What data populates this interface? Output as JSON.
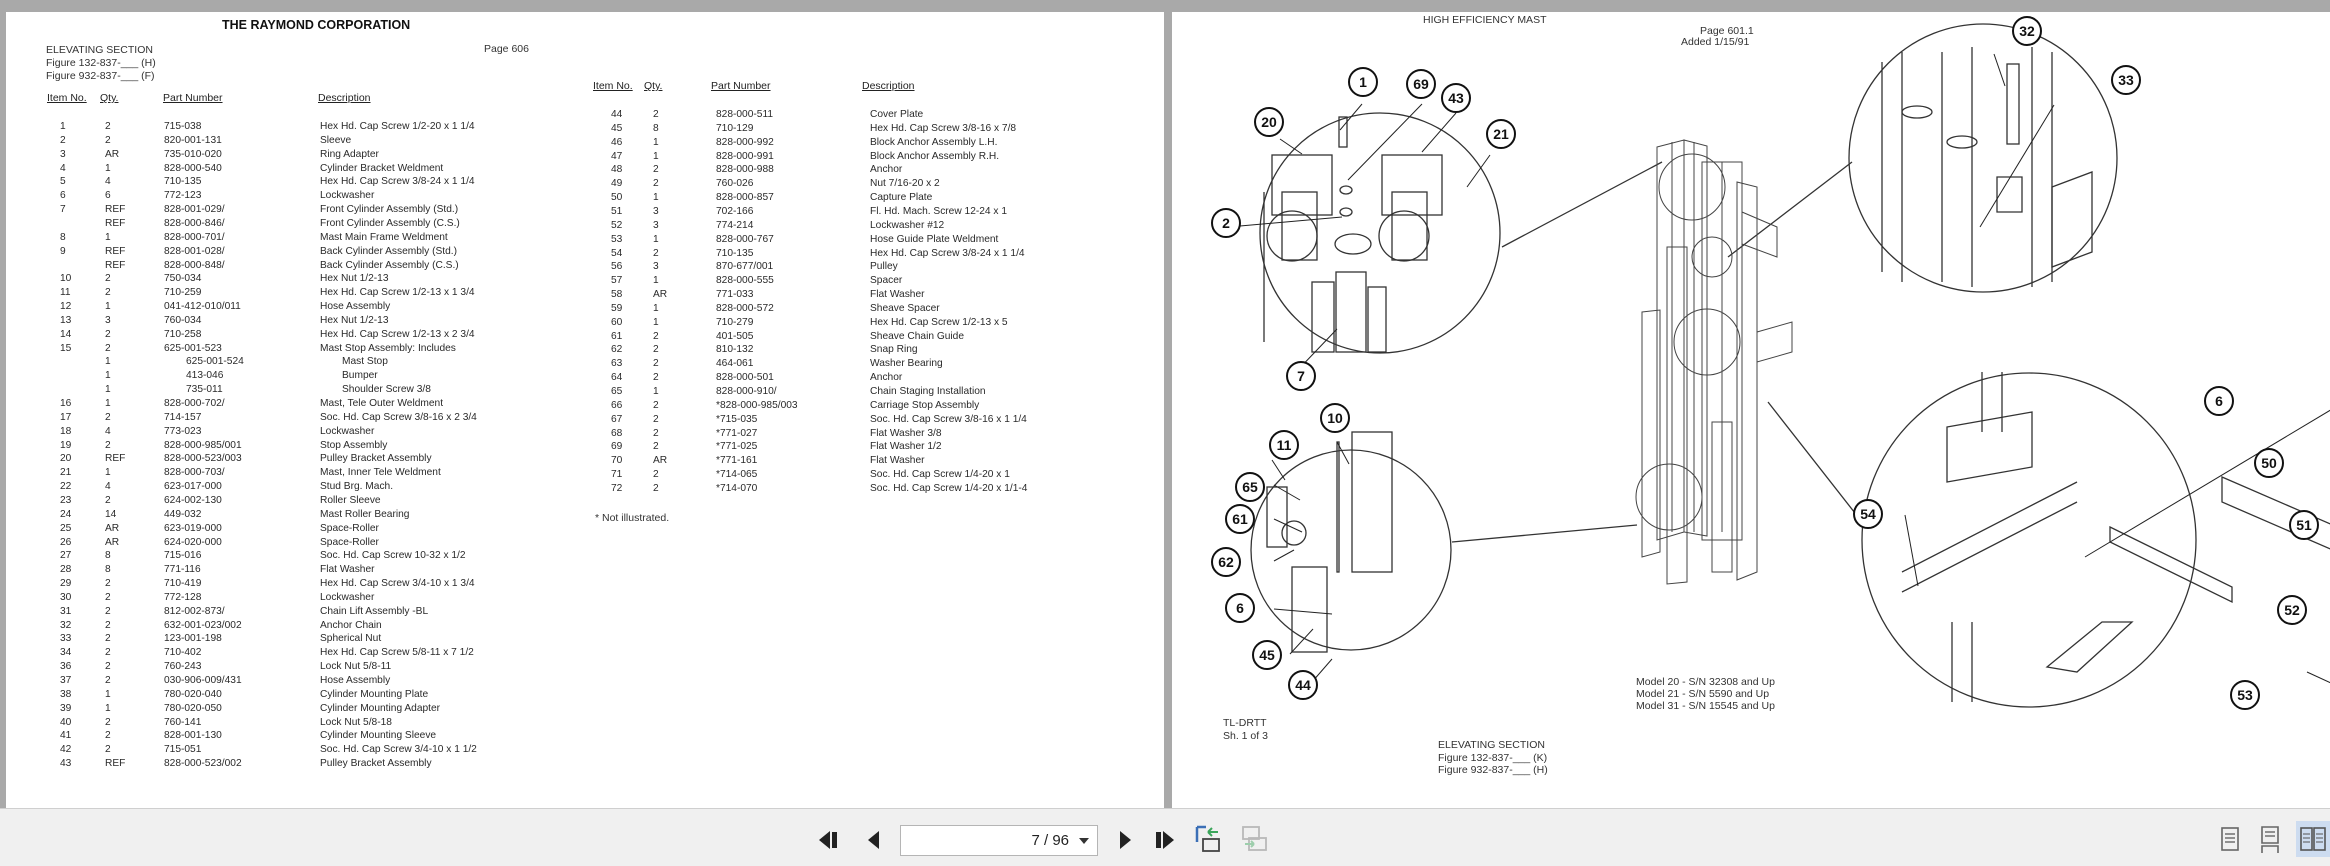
{
  "left_page": {
    "company": "THE RAYMOND CORPORATION",
    "section": "ELEVATING SECTION",
    "figure_lines": [
      "Figure 132-837-___ (H)",
      "Figure 932-837-___ (F)"
    ],
    "page_label": "Page 606",
    "column_headers": {
      "item": "Item No.",
      "qty": "Qty.",
      "part": "Part Number",
      "desc": "Description"
    },
    "table_left": [
      {
        "item": "1",
        "qty": "2",
        "part": "715-038",
        "desc": "Hex Hd. Cap Screw 1/2-20 x 1 1/4"
      },
      {
        "item": "2",
        "qty": "2",
        "part": "820-001-131",
        "desc": "Sleeve"
      },
      {
        "item": "3",
        "qty": "AR",
        "part": "735-010-020",
        "desc": "Ring Adapter"
      },
      {
        "item": "4",
        "qty": "1",
        "part": "828-000-540",
        "desc": "Cylinder Bracket Weldment"
      },
      {
        "item": "5",
        "qty": "4",
        "part": "710-135",
        "desc": "Hex Hd. Cap Screw 3/8-24 x 1 1/4"
      },
      {
        "item": "6",
        "qty": "6",
        "part": "772-123",
        "desc": "Lockwasher"
      },
      {
        "item": "7",
        "qty": "REF",
        "part": "828-001-029/",
        "desc": "Front Cylinder Assembly (Std.)"
      },
      {
        "item": "",
        "qty": "REF",
        "part": "828-000-846/",
        "desc": "Front Cylinder Assembly (C.S.)"
      },
      {
        "item": "8",
        "qty": "1",
        "part": "828-000-701/",
        "desc": "Mast Main Frame Weldment"
      },
      {
        "item": "9",
        "qty": "REF",
        "part": "828-001-028/",
        "desc": "Back Cylinder Assembly (Std.)"
      },
      {
        "item": "",
        "qty": "REF",
        "part": "828-000-848/",
        "desc": "Back Cylinder Assembly (C.S.)"
      },
      {
        "item": "10",
        "qty": "2",
        "part": "750-034",
        "desc": "Hex Nut 1/2-13"
      },
      {
        "item": "11",
        "qty": "2",
        "part": "710-259",
        "desc": "Hex Hd. Cap Screw 1/2-13 x 1 3/4"
      },
      {
        "item": "12",
        "qty": "1",
        "part": "041-412-010/011",
        "desc": "Hose Assembly"
      },
      {
        "item": "13",
        "qty": "3",
        "part": "760-034",
        "desc": "Hex Nut 1/2-13"
      },
      {
        "item": "14",
        "qty": "2",
        "part": "710-258",
        "desc": "Hex Hd. Cap Screw 1/2-13 x 2 3/4"
      },
      {
        "item": "15",
        "qty": "2",
        "part": "625-001-523",
        "desc": "Mast Stop Assembly: Includes"
      },
      {
        "item": "",
        "qty": "1",
        "part": "625-001-524",
        "desc": "Mast Stop",
        "indent": true
      },
      {
        "item": "",
        "qty": "1",
        "part": "413-046",
        "desc": "Bumper",
        "indent": true
      },
      {
        "item": "",
        "qty": "1",
        "part": "735-011",
        "desc": "Shoulder Screw 3/8",
        "indent": true
      },
      {
        "item": "16",
        "qty": "1",
        "part": "828-000-702/",
        "desc": "Mast, Tele Outer Weldment"
      },
      {
        "item": "17",
        "qty": "2",
        "part": "714-157",
        "desc": "Soc. Hd. Cap Screw 3/8-16 x 2 3/4"
      },
      {
        "item": "18",
        "qty": "4",
        "part": "773-023",
        "desc": "Lockwasher"
      },
      {
        "item": "19",
        "qty": "2",
        "part": "828-000-985/001",
        "desc": "Stop Assembly"
      },
      {
        "item": "20",
        "qty": "REF",
        "part": "828-000-523/003",
        "desc": "Pulley Bracket Assembly"
      },
      {
        "item": "21",
        "qty": "1",
        "part": "828-000-703/",
        "desc": "Mast, Inner Tele Weldment"
      },
      {
        "item": "22",
        "qty": "4",
        "part": "623-017-000",
        "desc": "Stud Brg. Mach."
      },
      {
        "item": "23",
        "qty": "2",
        "part": "624-002-130",
        "desc": "Roller Sleeve"
      },
      {
        "item": "24",
        "qty": "14",
        "part": "449-032",
        "desc": "Mast Roller Bearing"
      },
      {
        "item": "25",
        "qty": "AR",
        "part": "623-019-000",
        "desc": "Space-Roller"
      },
      {
        "item": "26",
        "qty": "AR",
        "part": "624-020-000",
        "desc": "Space-Roller"
      },
      {
        "item": "27",
        "qty": "8",
        "part": "715-016",
        "desc": "Soc. Hd. Cap Screw 10-32 x 1/2"
      },
      {
        "item": "28",
        "qty": "8",
        "part": "771-116",
        "desc": "Flat Washer"
      },
      {
        "item": "29",
        "qty": "2",
        "part": "710-419",
        "desc": "Hex Hd. Cap Screw 3/4-10 x 1 3/4"
      },
      {
        "item": "30",
        "qty": "2",
        "part": "772-128",
        "desc": "Lockwasher"
      },
      {
        "item": "31",
        "qty": "2",
        "part": "812-002-873/",
        "desc": "Chain Lift Assembly -BL"
      },
      {
        "item": "32",
        "qty": "2",
        "part": "632-001-023/002",
        "desc": "Anchor Chain"
      },
      {
        "item": "33",
        "qty": "2",
        "part": "123-001-198",
        "desc": "Spherical Nut"
      },
      {
        "item": "34",
        "qty": "2",
        "part": "710-402",
        "desc": "Hex Hd. Cap Screw 5/8-11 x 7 1/2"
      },
      {
        "item": "36",
        "qty": "2",
        "part": "760-243",
        "desc": "Lock Nut 5/8-11"
      },
      {
        "item": "37",
        "qty": "2",
        "part": "030-906-009/431",
        "desc": "Hose Assembly"
      },
      {
        "item": "38",
        "qty": "1",
        "part": "780-020-040",
        "desc": "Cylinder Mounting Plate"
      },
      {
        "item": "39",
        "qty": "1",
        "part": "780-020-050",
        "desc": "Cylinder Mounting Adapter"
      },
      {
        "item": "40",
        "qty": "2",
        "part": "760-141",
        "desc": "Lock Nut 5/8-18"
      },
      {
        "item": "41",
        "qty": "2",
        "part": "828-001-130",
        "desc": "Cylinder Mounting Sleeve"
      },
      {
        "item": "42",
        "qty": "2",
        "part": "715-051",
        "desc": "Soc. Hd. Cap Screw 3/4-10 x 1 1/2"
      },
      {
        "item": "43",
        "qty": "REF",
        "part": "828-000-523/002",
        "desc": "Pulley Bracket Assembly"
      }
    ],
    "table_right": [
      {
        "item": "44",
        "qty": "2",
        "part": "828-000-511",
        "desc": "Cover Plate"
      },
      {
        "item": "45",
        "qty": "8",
        "part": "710-129",
        "desc": "Hex Hd. Cap Screw 3/8-16 x 7/8"
      },
      {
        "item": "46",
        "qty": "1",
        "part": "828-000-992",
        "desc": "Block Anchor Assembly L.H."
      },
      {
        "item": "47",
        "qty": "1",
        "part": "828-000-991",
        "desc": "Block Anchor Assembly R.H."
      },
      {
        "item": "48",
        "qty": "2",
        "part": "828-000-988",
        "desc": "Anchor"
      },
      {
        "item": "49",
        "qty": "2",
        "part": "760-026",
        "desc": "Nut 7/16-20 x 2"
      },
      {
        "item": "50",
        "qty": "1",
        "part": "828-000-857",
        "desc": "Capture Plate"
      },
      {
        "item": "51",
        "qty": "3",
        "part": "702-166",
        "desc": "Fl. Hd. Mach. Screw 12-24 x 1"
      },
      {
        "item": "52",
        "qty": "3",
        "part": "774-214",
        "desc": "Lockwasher #12"
      },
      {
        "item": "53",
        "qty": "1",
        "part": "828-000-767",
        "desc": "Hose Guide Plate Weldment"
      },
      {
        "item": "54",
        "qty": "2",
        "part": "710-135",
        "desc": "Hex Hd. Cap Screw 3/8-24 x 1 1/4"
      },
      {
        "item": "56",
        "qty": "3",
        "part": "870-677/001",
        "desc": "Pulley"
      },
      {
        "item": "57",
        "qty": "1",
        "part": "828-000-555",
        "desc": "Spacer"
      },
      {
        "item": "58",
        "qty": "AR",
        "part": "771-033",
        "desc": "Flat Washer"
      },
      {
        "item": "59",
        "qty": "1",
        "part": "828-000-572",
        "desc": "Sheave Spacer"
      },
      {
        "item": "60",
        "qty": "1",
        "part": "710-279",
        "desc": "Hex Hd. Cap Screw 1/2-13 x 5"
      },
      {
        "item": "61",
        "qty": "2",
        "part": "401-505",
        "desc": "Sheave Chain Guide"
      },
      {
        "item": "62",
        "qty": "2",
        "part": "810-132",
        "desc": "Snap Ring"
      },
      {
        "item": "63",
        "qty": "2",
        "part": "464-061",
        "desc": "Washer Bearing"
      },
      {
        "item": "64",
        "qty": "2",
        "part": "828-000-501",
        "desc": "Anchor"
      },
      {
        "item": "65",
        "qty": "1",
        "part": "828-000-910/",
        "desc": "Chain Staging Installation"
      },
      {
        "item": "66",
        "qty": "2",
        "part": "*828-000-985/003",
        "desc": "Carriage Stop Assembly"
      },
      {
        "item": "67",
        "qty": "2",
        "part": "*715-035",
        "desc": "Soc. Hd. Cap Screw 3/8-16 x 1 1/4"
      },
      {
        "item": "68",
        "qty": "2",
        "part": "*771-027",
        "desc": "Flat Washer 3/8"
      },
      {
        "item": "69",
        "qty": "2",
        "part": "*771-025",
        "desc": "Flat Washer 1/2"
      },
      {
        "item": "70",
        "qty": "AR",
        "part": "*771-161",
        "desc": "Flat Washer"
      },
      {
        "item": "71",
        "qty": "2",
        "part": "*714-065",
        "desc": "Soc. Hd. Cap Screw 1/4-20 x 1"
      },
      {
        "item": "72",
        "qty": "2",
        "part": "*714-070",
        "desc": "Soc. Hd. Cap Screw 1/4-20 x 1/1-4"
      }
    ],
    "footnote": "* Not illustrated."
  },
  "right_page": {
    "header": "HIGH EFFICIENCY MAST",
    "page_label": "Page 601.1",
    "added": "Added 1/15/91",
    "callouts": [
      "1",
      "69",
      "43",
      "20",
      "21",
      "2",
      "7",
      "32",
      "33",
      "10",
      "11",
      "65",
      "61",
      "62",
      "6",
      "45",
      "44",
      "6",
      "50",
      "51",
      "52",
      "53",
      "54"
    ],
    "models": [
      "Model 20 - S/N 32308 and Up",
      "Model 21 - S/N 5590 and Up",
      "Model 31 - S/N 15545 and Up"
    ],
    "drawing_id": "TL-DRTT",
    "sheet": "Sh. 1 of 3",
    "section": "ELEVATING SECTION",
    "figure_lines": [
      "Figure 132-837-___ (K)",
      "Figure 932-837-___ (H)"
    ]
  },
  "toolbar": {
    "first_page_icon": "first-page-icon",
    "prev_page_icon": "prev-page-icon",
    "page_indicator": "7 / 96",
    "current_page": 7,
    "total_pages": 96,
    "next_page_icon": "next-page-icon",
    "last_page_icon": "last-page-icon",
    "view_modes": [
      "single-page",
      "continuous",
      "two-page"
    ],
    "active_view_mode": "two-page",
    "colors": {
      "accent": "#3b6fb6",
      "arrow_green": "#3aa55a",
      "active_bg": "#cddcf0"
    }
  }
}
